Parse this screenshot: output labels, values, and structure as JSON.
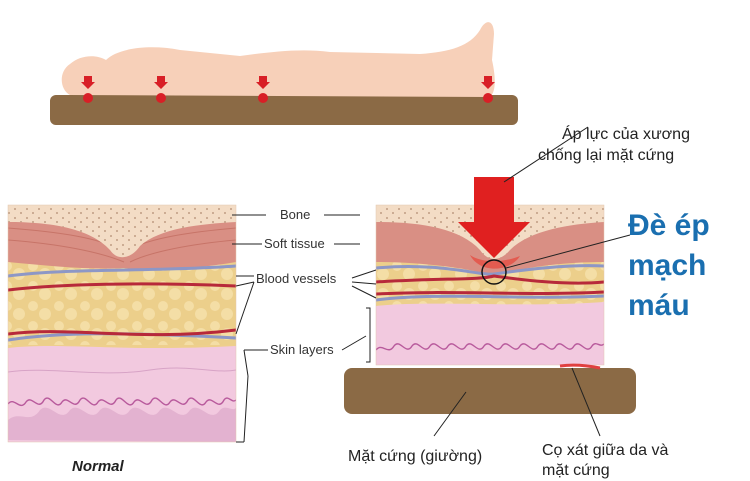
{
  "labels": {
    "bone": "Bone",
    "soft_tissue": "Soft tissue",
    "blood_vessels": "Blood vessels",
    "skin_layers": "Skin layers",
    "normal": "Normal",
    "bone_pressure": [
      "Áp lực của xương",
      "chống lại mặt cứng"
    ],
    "compression": [
      "Đè ép",
      "mạch",
      "máu"
    ],
    "hard_surface": "Mặt cứng (giường)",
    "friction": [
      "Cọ xát giữa da và",
      "mặt cứng"
    ]
  },
  "colors": {
    "body": "#f7d0b9",
    "bed": "#8b6a45",
    "bone": "#f3dcc5",
    "soft_tissue": "#d98f84",
    "fat": "#ecd08f",
    "skin": "#f2c9df",
    "vessel_red": "#b7293a",
    "vessel_blue": "#8d97c6",
    "arrow": "#e02020",
    "pressure_dot": "#d81f26",
    "accent": "#1a6fb0"
  }
}
